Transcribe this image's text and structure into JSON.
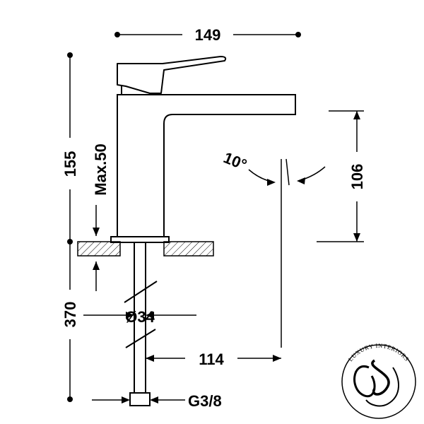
{
  "dimensions": {
    "width_total": "149",
    "height_total": "155",
    "max_deck": "Max.50",
    "spout_height": "106",
    "angle": "10°",
    "hose_length": "370",
    "body_diameter": "Ø34",
    "spout_reach": "114",
    "thread": "G3/8"
  },
  "logo": {
    "arc_text": "LUXURY INTERIORS",
    "monogram": "S"
  }
}
